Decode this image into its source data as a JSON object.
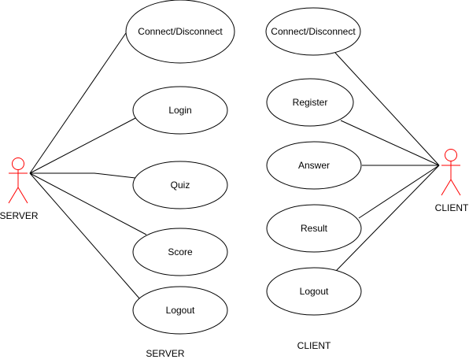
{
  "diagram": {
    "actors": [
      {
        "id": "server",
        "label": "SERVER",
        "color": "#ff0000"
      },
      {
        "id": "client",
        "label": "CLIENT",
        "color": "#ff0000"
      }
    ],
    "server_use_cases": [
      {
        "id": "srv-connect",
        "label": "Connect/Disconnect"
      },
      {
        "id": "srv-login",
        "label": "Login"
      },
      {
        "id": "srv-quiz",
        "label": "Quiz"
      },
      {
        "id": "srv-score",
        "label": "Score"
      },
      {
        "id": "srv-logout",
        "label": "Logout"
      }
    ],
    "client_use_cases": [
      {
        "id": "cli-connect",
        "label": "Connect/Disconnect"
      },
      {
        "id": "cli-register",
        "label": "Register"
      },
      {
        "id": "cli-answer",
        "label": "Answer"
      },
      {
        "id": "cli-result",
        "label": "Result"
      },
      {
        "id": "cli-logout",
        "label": "Logout"
      }
    ],
    "captions": {
      "server": "SERVER",
      "client": "CLIENT"
    },
    "colors": {
      "line": "#000000",
      "ellipse_fill": "#ffffff",
      "actor": "#ff0000"
    }
  }
}
